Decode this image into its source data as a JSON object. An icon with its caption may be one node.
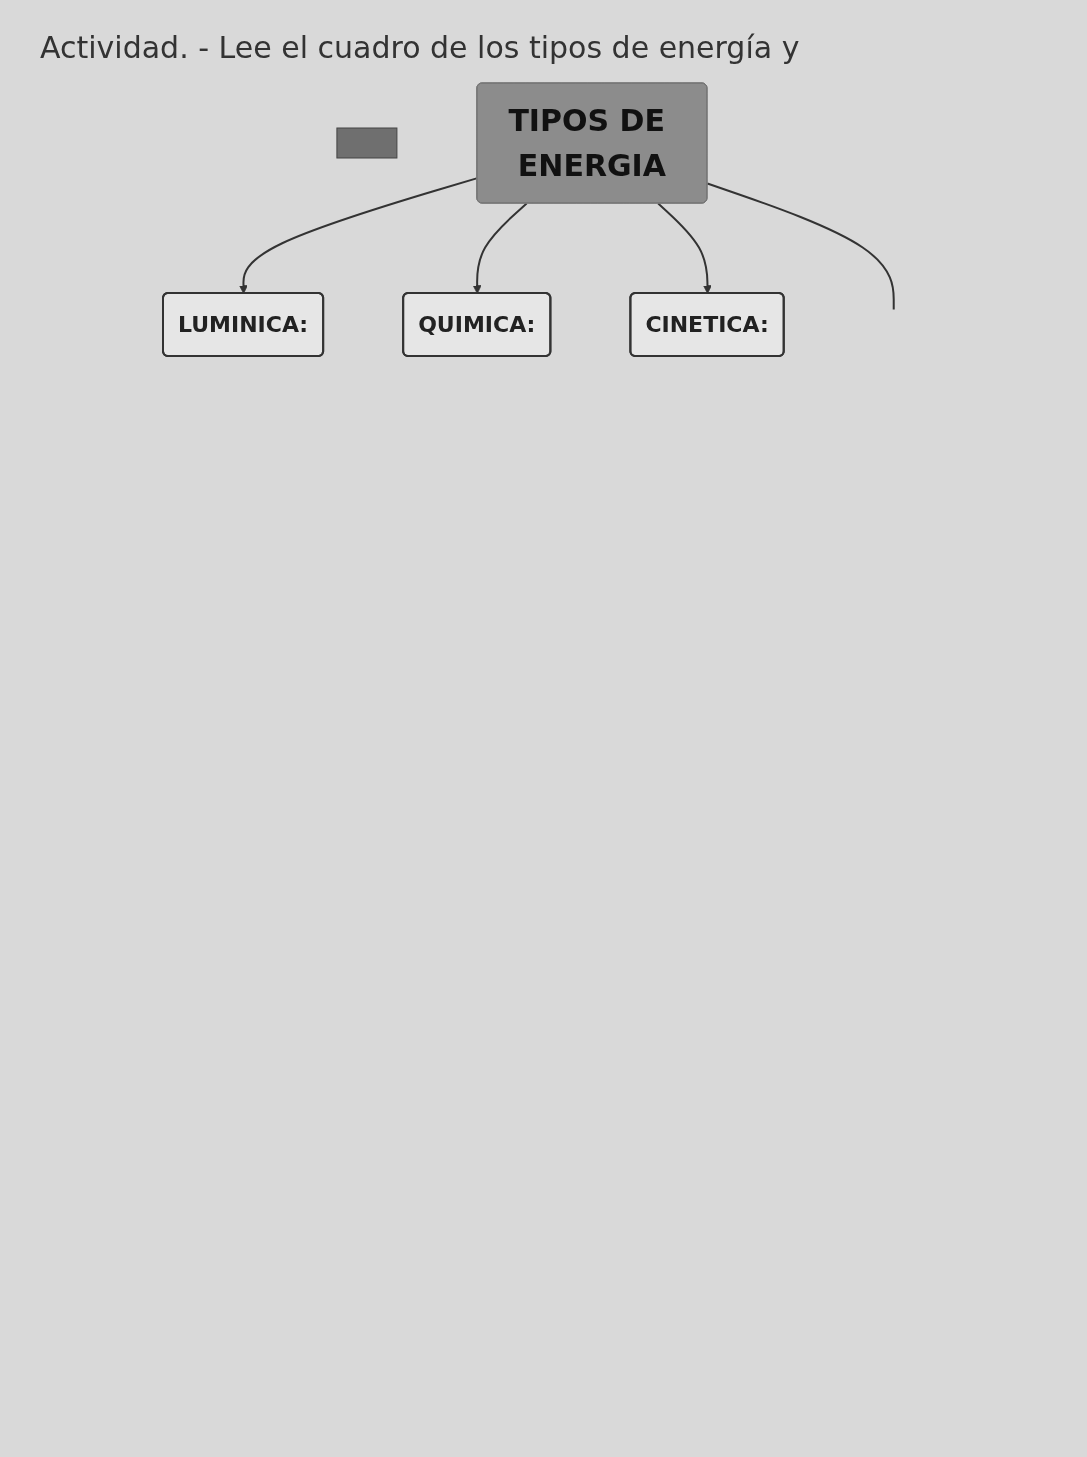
{
  "diagram": {
    "title": "Actividad. - Lee el cuadro de los tipos de energía y",
    "nodes": [
      {
        "text": [],
        "shape": "box"
      },
      {
        "text": [
          "LUMINICA:"
        ]
      },
      {
        "text": [
          "QUIMICA:"
        ]
      },
      {
        "text": [
          "TIPOS DE ENERGIA"
        ]
      },
      {
        "text": [
          "CINETICA:"
        ]
      }
    ],
    "edges": [
      {
        "from": 3,
        "to": 1,
        "arrow": "to"
      },
      {
        "from": 3,
        "to": 2,
        "arrow": "to"
      },
      {
        "from": 3,
        "to": 4,
        "arrow": "to"
      },
      {
        "from": 3,
        "to": null,
        "arrow": "none"
      }
    ]
  }
}
